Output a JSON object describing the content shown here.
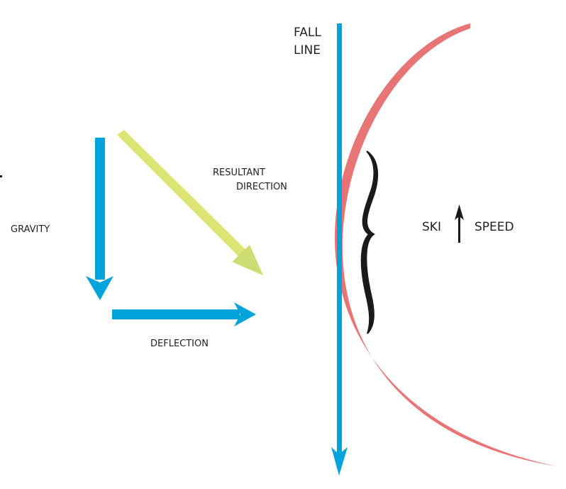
{
  "labels": {
    "fall_line_1": "FALL",
    "fall_line_2": "LINE",
    "resultant_1": "RESULTANT",
    "resultant_2": "DIRECTION",
    "gravity": "GRAVITY",
    "deflection": "DEFLECTION",
    "ski": "SKI",
    "speed": "SPEED"
  },
  "colors": {
    "blue": "#00a3da",
    "green": "#d4e26e",
    "red": "#e87575",
    "black": "#1a1a1a"
  }
}
